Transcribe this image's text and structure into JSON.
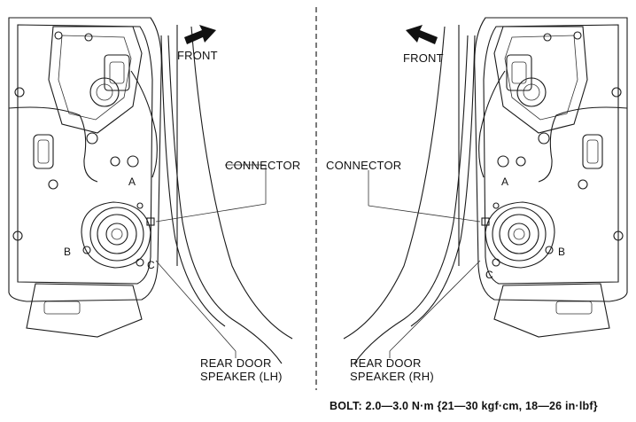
{
  "left": {
    "front": "FRONT",
    "connector": "CONNECTOR",
    "point_a": "A",
    "point_b": "B",
    "point_c": "C",
    "speaker_line1": "REAR DOOR",
    "speaker_line2": "SPEAKER (LH)"
  },
  "right": {
    "front": "FRONT",
    "connector": "CONNECTOR",
    "point_a": "A",
    "point_b": "B",
    "point_c": "C",
    "speaker_line1": "REAR DOOR",
    "speaker_line2": "SPEAKER (RH)"
  },
  "torque_note": "BOLT: 2.0—3.0 N·m {21—30 kgf·cm, 18—26 in·lbf}"
}
